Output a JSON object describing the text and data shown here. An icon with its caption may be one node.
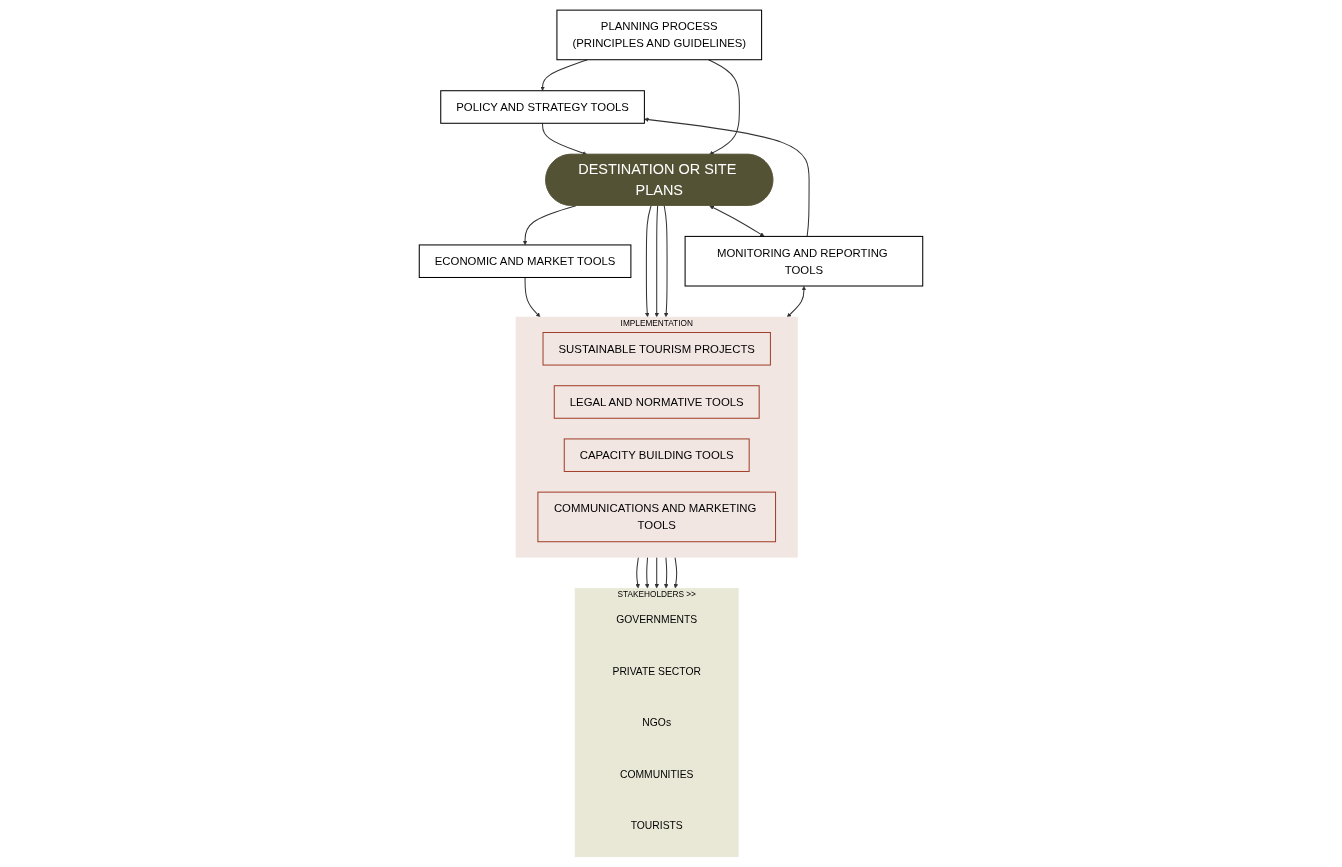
{
  "diagram": {
    "nodes": [
      {
        "text": [
          "POLICY AND STRATEGY TOOLS"
        ]
      },
      {
        "text": [
          "PLANNING PROCESS",
          "(PRINCIPLES AND GUIDELINES)"
        ]
      },
      {
        "text": [
          "DESTINATION OR SITE PLANS"
        ]
      },
      {
        "text": [
          "ECONOMIC AND MARKET TOOLS"
        ]
      },
      {
        "text": [
          "MONITORING AND REPORTING TOOLS"
        ]
      },
      {
        "text": [
          "IMPLEMENTATION"
        ]
      },
      {
        "text": [
          "SUSTAINABLE TOURISM PROJECTS"
        ],
        "in": 5
      },
      {
        "text": [
          "LEGAL AND NORMATIVE TOOLS"
        ],
        "in": 5
      },
      {
        "text": [
          "CAPACITY BUILDING TOOLS"
        ],
        "in": 5
      },
      {
        "text": [
          "COMMUNICATIONS AND MARKETING TOOLS"
        ],
        "in": 5
      },
      {
        "text": [
          "STAKEHOLDERS >>"
        ]
      },
      {
        "text": [
          "GOVERNMENTS"
        ],
        "in": 10
      },
      {
        "text": [
          "PRIVATE SECTOR"
        ],
        "in": 10
      },
      {
        "text": [
          "NGOs"
        ],
        "in": 10
      },
      {
        "text": [
          "COMMUNITIES"
        ],
        "in": 10
      },
      {
        "text": [
          "TOURISTS"
        ],
        "in": 10
      }
    ],
    "edges": [
      {
        "from": 1,
        "to": 0,
        "arrow": "to"
      },
      {
        "from": 0,
        "to": 2,
        "arrow": "to"
      },
      {
        "from": 1,
        "to": 2,
        "arrow": "to"
      },
      {
        "from": 4,
        "to": 0,
        "arrow": "to"
      },
      {
        "from": 2,
        "to": 3,
        "arrow": "to"
      },
      {
        "from": 2,
        "to": 4,
        "arrow": "both"
      },
      {
        "from": 3,
        "to": 5,
        "arrow": "to"
      },
      {
        "from": 2,
        "to": 5,
        "arrow": "to"
      },
      {
        "from": 2,
        "to": 5,
        "arrow": "to"
      },
      {
        "from": 2,
        "to": 5,
        "arrow": "to"
      },
      {
        "from": 4,
        "to": 5,
        "arrow": "both"
      },
      {
        "from": 5,
        "to": 10,
        "arrow": "to"
      },
      {
        "from": 5,
        "to": 10,
        "arrow": "to"
      },
      {
        "from": 5,
        "to": 10,
        "arrow": "to"
      },
      {
        "from": 5,
        "to": 10,
        "arrow": "to"
      },
      {
        "from": 5,
        "to": 10,
        "arrow": "to"
      }
    ]
  }
}
